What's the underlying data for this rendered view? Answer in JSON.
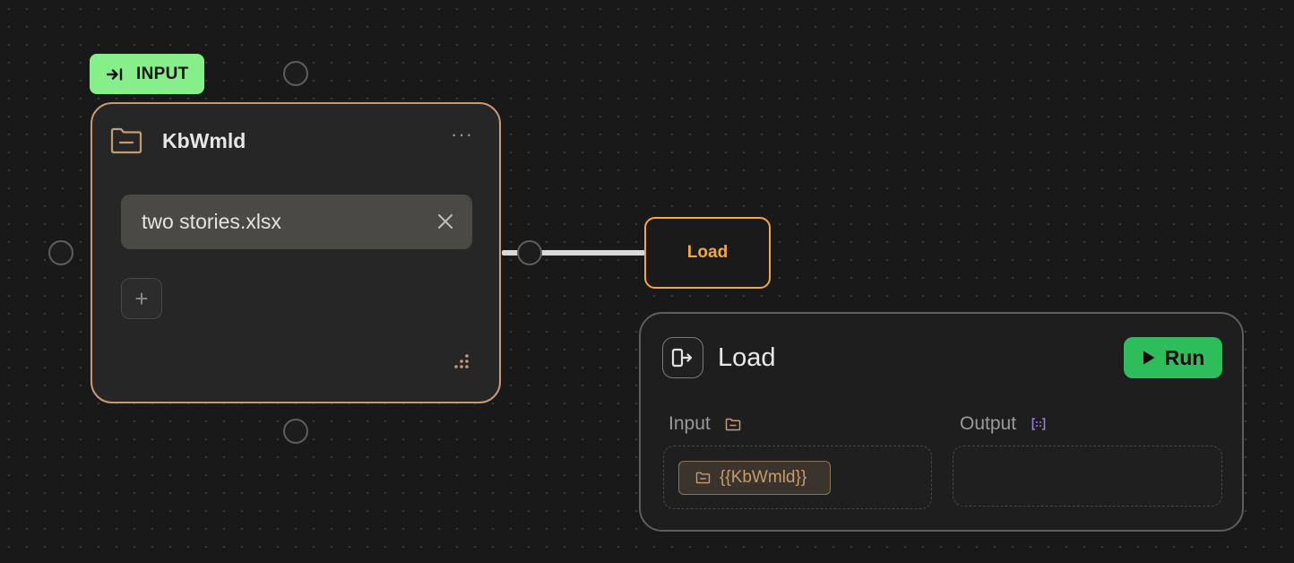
{
  "input_tag": {
    "label": "INPUT",
    "icon": "arrow-to-right-icon",
    "color": "#86ef8a"
  },
  "input_node": {
    "title": "KbWmld",
    "icon": "folder-icon",
    "menu_icon": "more-horizontal-icon",
    "border_color": "#c79a72",
    "files": [
      {
        "name": "two stories.xlsx",
        "remove_icon": "close-icon"
      }
    ],
    "add_icon": "plus-icon",
    "add_label": "+",
    "menu_label": "···"
  },
  "edge_label": {
    "text": "Load",
    "color": "#f5a83b"
  },
  "load_node": {
    "title": "Load",
    "icon": "load-export-icon",
    "run_label": "Run",
    "run_icon": "play-icon",
    "run_color": "#2dbd5b",
    "input_label": "Input",
    "input_icon": "folder-icon",
    "output_label": "Output",
    "output_icon": "bracket-variable-icon",
    "input_variable": "{{KbWmld}}",
    "input_variable_icon": "folder-icon"
  }
}
